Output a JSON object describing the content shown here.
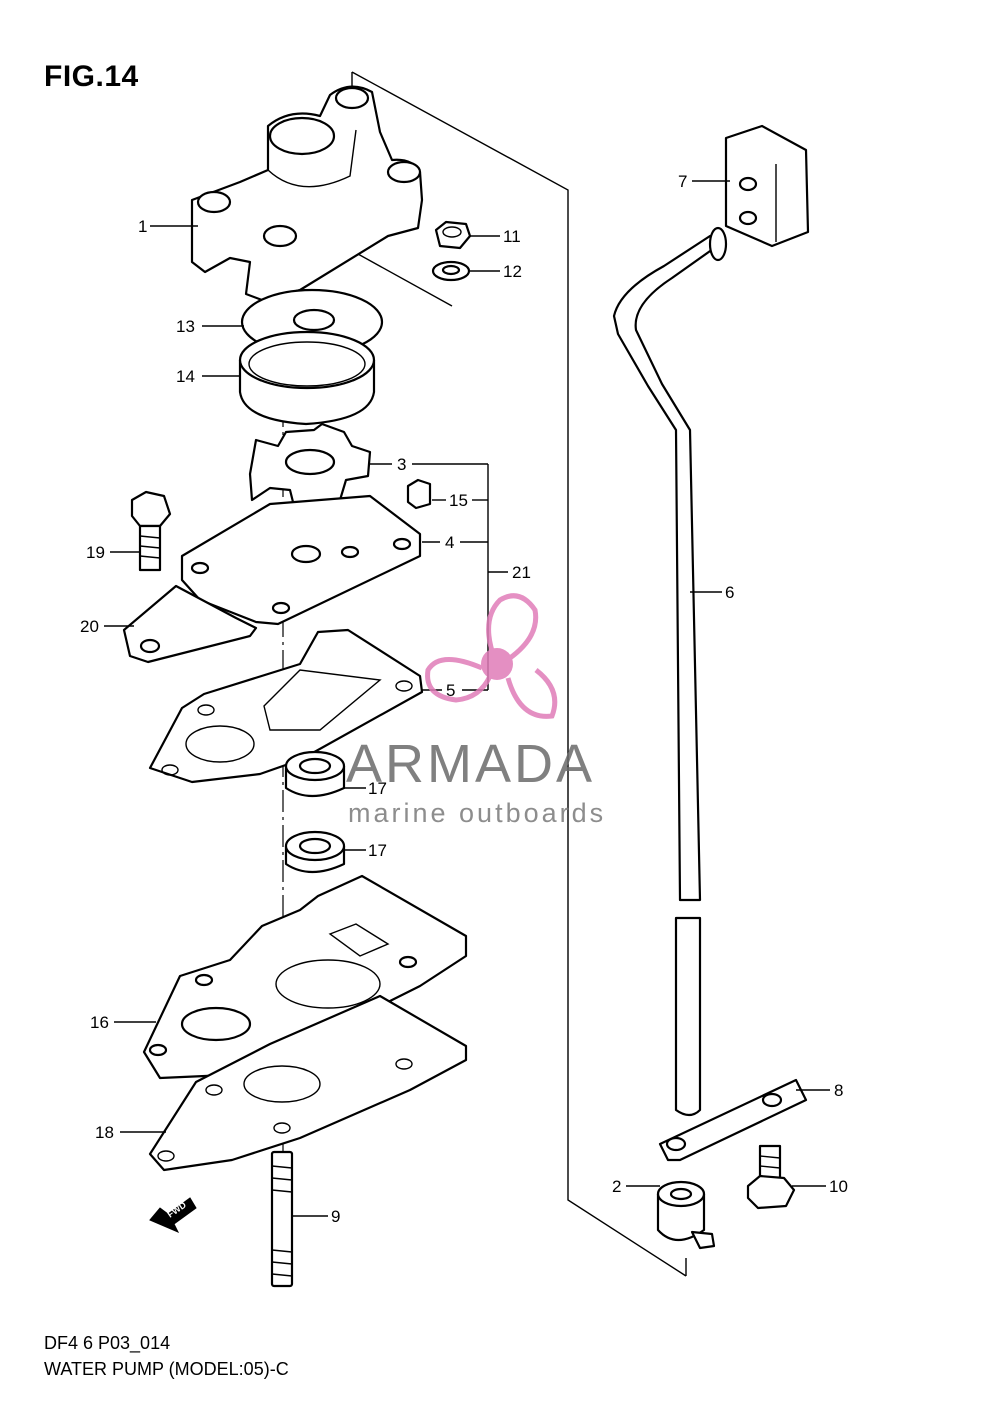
{
  "figure_title": "FIG.14",
  "footer": {
    "code": "DF4 6 P03_014",
    "caption": "WATER PUMP (MODEL:05)-C"
  },
  "watermark": {
    "name": "ARMADA",
    "subtitle": "marine outboards",
    "accent_color": "#e07cb8"
  },
  "callouts": [
    "1",
    "2",
    "3",
    "4",
    "5",
    "6",
    "7",
    "8",
    "9",
    "10",
    "11",
    "12",
    "13",
    "14",
    "15",
    "16",
    "17",
    "17",
    "18",
    "19",
    "20",
    "21"
  ],
  "fwd_label": "FWD"
}
